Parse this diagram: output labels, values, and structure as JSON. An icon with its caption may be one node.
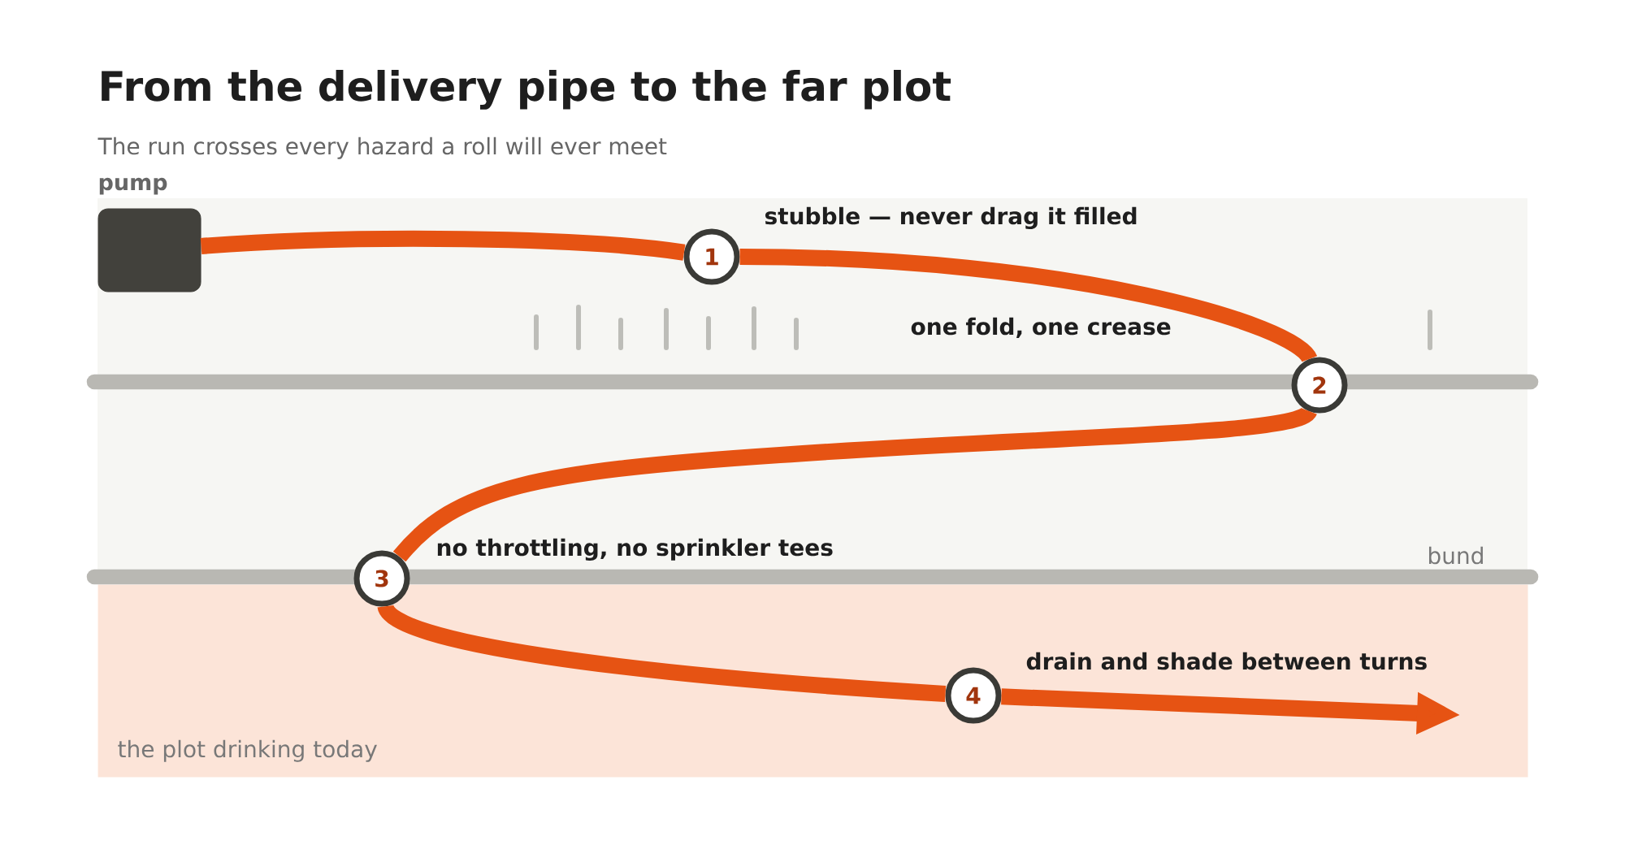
{
  "diagram": {
    "title": "From the delivery pipe to the far plot",
    "nodes": [
      {
        "text": [
          "pump"
        ]
      },
      {
        "text": [
          "1"
        ],
        "beside": [
          "stubble — never drag it filled"
        ]
      },
      {
        "text": [
          "2"
        ]
      },
      {
        "text": [
          "3"
        ],
        "beside": [
          "no throttling, no sprinkler tees"
        ]
      },
      {
        "text": [
          "the plot drinking today"
        ]
      },
      {
        "text": [
          "4"
        ],
        "beside": [
          "drain and shade between turns"
        ],
        "in": 4
      }
    ],
    "edges": [
      {
        "from": 0,
        "to": 1,
        "arrow": "none"
      },
      {
        "from": 1,
        "to": 2,
        "arrow": "none"
      },
      {
        "from": 2,
        "to": 3,
        "arrow": "none"
      },
      {
        "from": 3,
        "to": 5,
        "arrow": "none"
      },
      {
        "from": 5,
        "to": null,
        "arrow": "to"
      }
    ],
    "labels": [
      "The run crosses every hazard a roll will ever meet",
      "one fold, one crease",
      "bund"
    ]
  }
}
